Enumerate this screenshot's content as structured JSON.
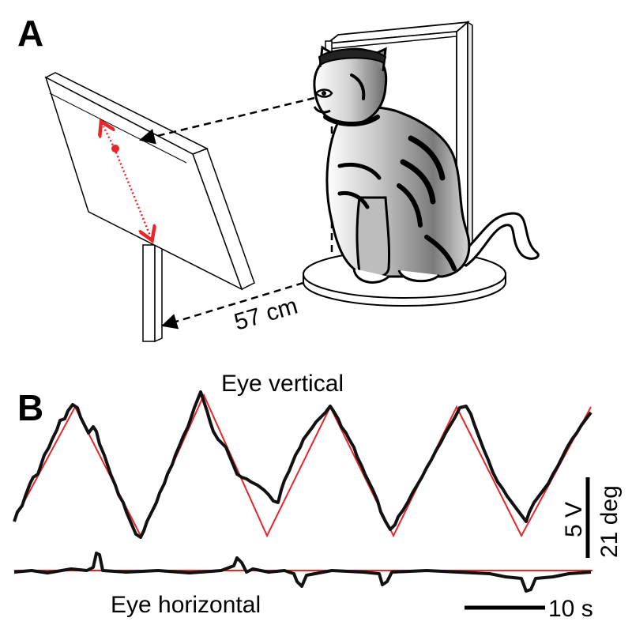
{
  "panel_a": {
    "letter": "A",
    "distance_label": "57 cm"
  },
  "panel_b": {
    "letter": "B",
    "vertical_label": "Eye vertical",
    "horizontal_label": "Eye horizontal",
    "scale_time": "10 s",
    "scale_voltage": "5 V",
    "scale_degrees": "21 deg"
  },
  "colors": {
    "stimulus": "#e8262a",
    "eye_trace": "#111111"
  }
}
